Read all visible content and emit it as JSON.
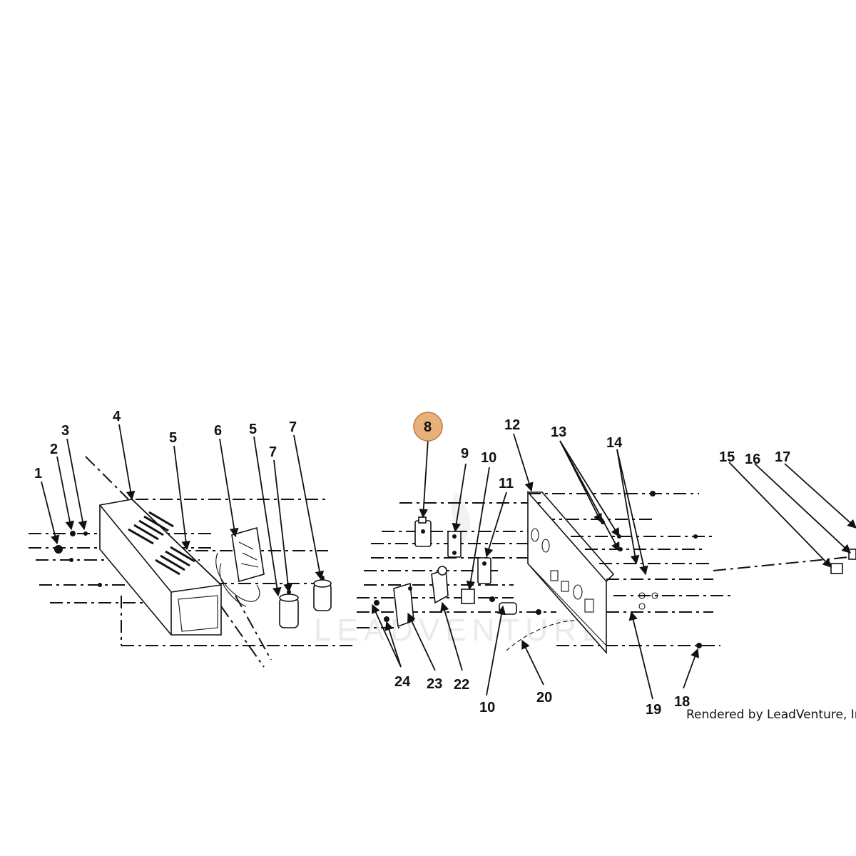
{
  "credit_text": "Rendered by LeadVenture, In",
  "watermark_text": "LEADVENTURE",
  "highlight_color": "#e8b07a",
  "highlight_stroke": "#c07a3a",
  "callouts": [
    {
      "id": "c1",
      "label": "1"
    },
    {
      "id": "c2",
      "label": "2"
    },
    {
      "id": "c3",
      "label": "3"
    },
    {
      "id": "c4",
      "label": "4"
    },
    {
      "id": "c5a",
      "label": "5"
    },
    {
      "id": "c6",
      "label": "6"
    },
    {
      "id": "c5b",
      "label": "5"
    },
    {
      "id": "c7a",
      "label": "7"
    },
    {
      "id": "c7b",
      "label": "7"
    },
    {
      "id": "c8",
      "label": "8",
      "highlighted": true
    },
    {
      "id": "c9",
      "label": "9"
    },
    {
      "id": "c10a",
      "label": "10"
    },
    {
      "id": "c11",
      "label": "11"
    },
    {
      "id": "c12",
      "label": "12"
    },
    {
      "id": "c13",
      "label": "13"
    },
    {
      "id": "c14",
      "label": "14"
    },
    {
      "id": "c15",
      "label": "15"
    },
    {
      "id": "c16",
      "label": "16"
    },
    {
      "id": "c17",
      "label": "17"
    },
    {
      "id": "c18",
      "label": "18"
    },
    {
      "id": "c19",
      "label": "19"
    },
    {
      "id": "c20",
      "label": "20"
    },
    {
      "id": "c10b",
      "label": "10"
    },
    {
      "id": "c22",
      "label": "22"
    },
    {
      "id": "c23",
      "label": "23"
    },
    {
      "id": "c24",
      "label": "24"
    }
  ]
}
